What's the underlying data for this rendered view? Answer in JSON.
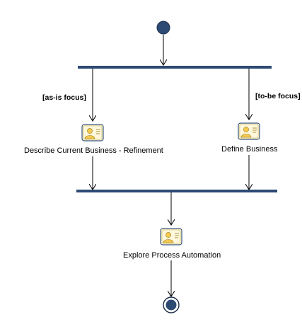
{
  "diagram": {
    "kind": "uml-activity",
    "colors": {
      "node_fill": "#2c4a73",
      "bar_fill": "#2c4a73",
      "line": "#000000",
      "icon_card": "#f7edc0",
      "icon_person": "#f5c94d",
      "icon_border": "#3a5a8a"
    },
    "guards": {
      "left": "[as-is focus]",
      "right": "[to-be focus]"
    },
    "activities": [
      {
        "id": "describe",
        "label": "Describe Current Business - Refinement",
        "icon": "person-card-icon"
      },
      {
        "id": "define",
        "label": "Define Business",
        "icon": "person-card-icon"
      },
      {
        "id": "explore",
        "label": "Explore Process Automation",
        "icon": "person-card-icon"
      }
    ],
    "nodes": {
      "start": "initial-node",
      "fork": "fork-bar",
      "join": "join-bar",
      "end": "final-node"
    }
  }
}
